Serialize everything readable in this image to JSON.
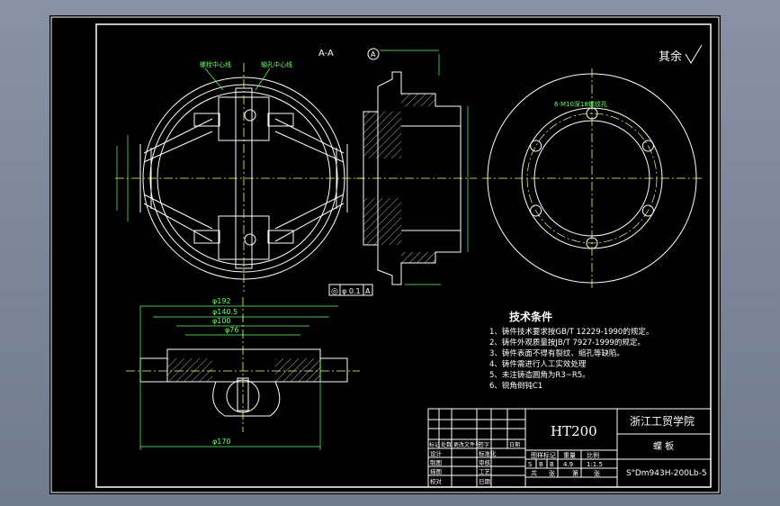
{
  "colors": {
    "background": "#7a8597",
    "paper": "#000000",
    "line": "#ffffff",
    "center_line": "#ffff66",
    "dimension": "#66ff66",
    "text": "#ffffff"
  },
  "section": {
    "label": "A-A",
    "datum": "A",
    "tolerance": [
      "◎",
      "φ 0.1",
      "A"
    ]
  },
  "roughness_note": "其余",
  "front_view": {
    "labels": [
      "螺栓中心线",
      "轴孔中心线"
    ]
  },
  "right_view": {
    "note": "6-M10深18螺纹孔"
  },
  "bottom_view": {
    "dimensions": [
      "φ192",
      "φ140.5",
      "φ100",
      "φ76",
      "φ170"
    ]
  },
  "tech_req": {
    "title": "技术条件",
    "items": [
      "1、铸件技术要求按GB/T 12229-1990的规定。",
      "2、铸件外观质量按JB/T 7927-1999的规定。",
      "3、铸件表面不得有裂纹、缩孔等缺陷。",
      "4、铸件需进行人工实效处理",
      "5、未注铸造圆角为R3~R5。",
      "6、锐角倒钝C1"
    ]
  },
  "title_block": {
    "material": "HT200",
    "school": "浙江工贸学院",
    "part_name": "蝶 板",
    "drawing_no": "S\"Dm943H-200Lb-5",
    "stage_labels": [
      "图样标记",
      "重量",
      "比例"
    ],
    "stage_marks": [
      "S",
      "B",
      "B"
    ],
    "weight": "4.9",
    "scale": "1:1.5",
    "sheet": [
      "共",
      "张",
      "第",
      "张"
    ],
    "revision_headers": [
      "标记",
      "处数",
      "更改文件号",
      "签字",
      "日期"
    ],
    "roles": [
      "设计",
      "制图",
      "描图",
      "校对",
      "审核",
      "工艺"
    ],
    "role_labels_right": [
      "标准化",
      "日期"
    ]
  }
}
